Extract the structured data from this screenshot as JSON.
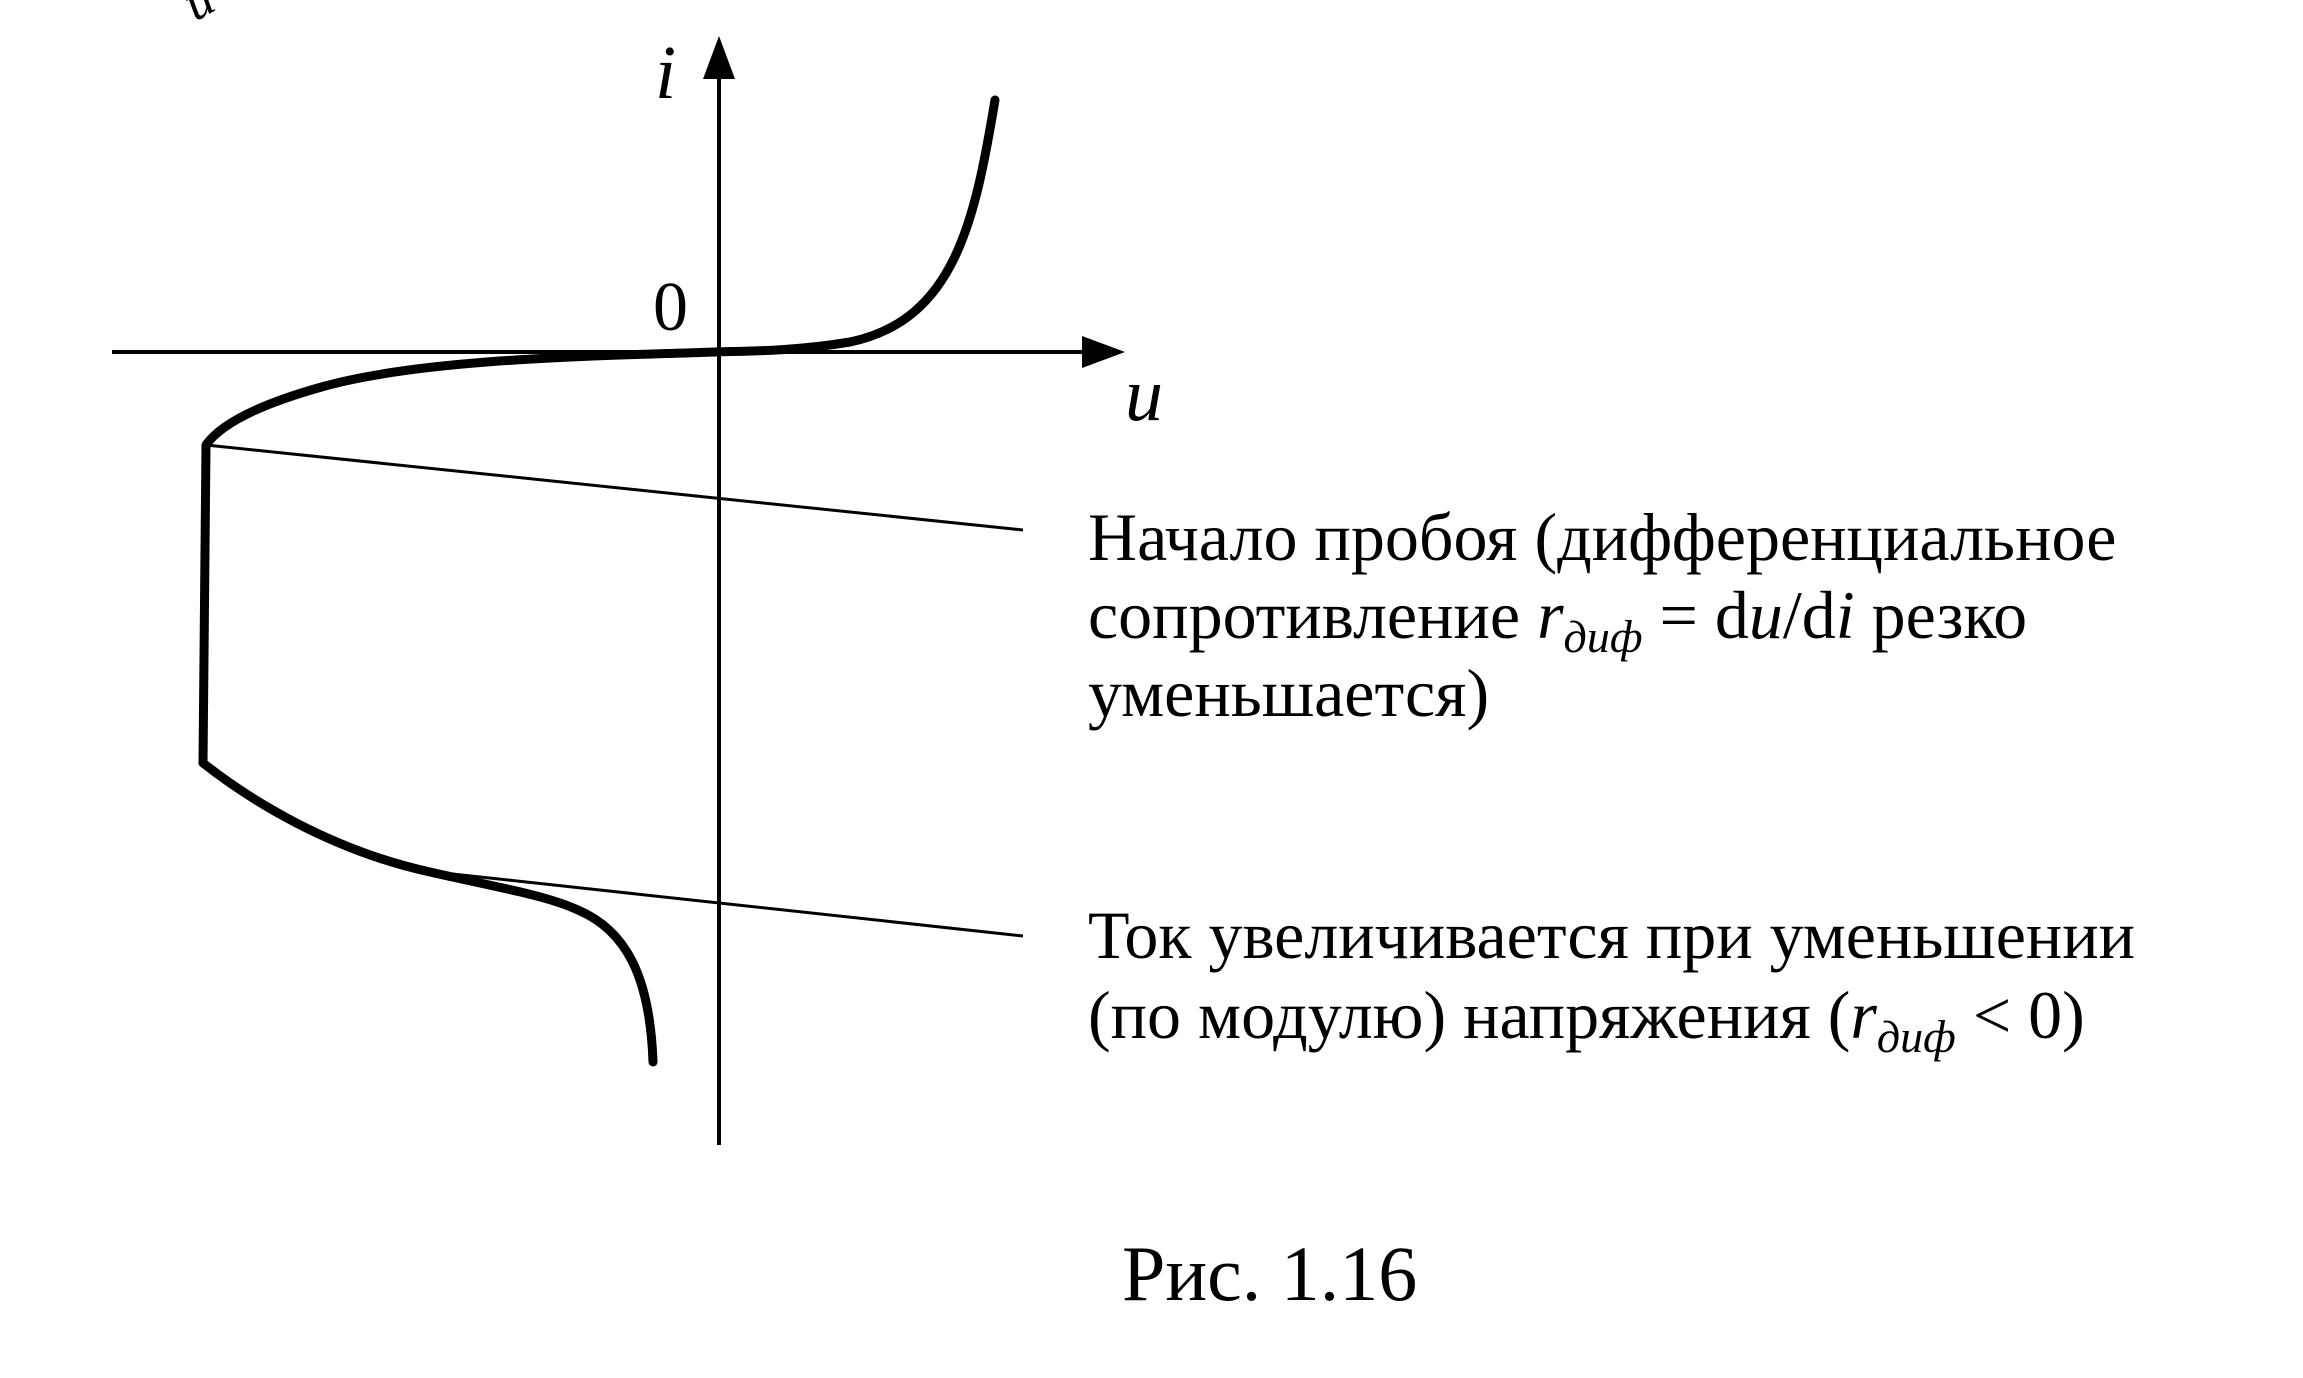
{
  "figure": {
    "caption": "Рис. 1.16",
    "corner_mark": "и"
  },
  "axes": {
    "y_label": "i",
    "x_label": "u",
    "origin_label": "0"
  },
  "annotations": {
    "breakdown": {
      "line1": "Начало пробоя (дифференциальное",
      "line2_pre": "сопротивление ",
      "line2_r": "r",
      "line2_sub": "диф",
      "line2_eq": " = d",
      "line2_u": "u",
      "line2_slash": "/d",
      "line2_i": "i",
      "line2_post": " резко",
      "line3": "уменьшается)"
    },
    "negative_resistance": {
      "line1": "Ток увеличивается при уменьшении",
      "line2_pre": "(по модулю) напряжения (",
      "line2_r": "r",
      "line2_sub": "диф",
      "line2_post": " < 0)"
    }
  },
  "colors": {
    "ink": "#000000",
    "background": "#ffffff"
  }
}
